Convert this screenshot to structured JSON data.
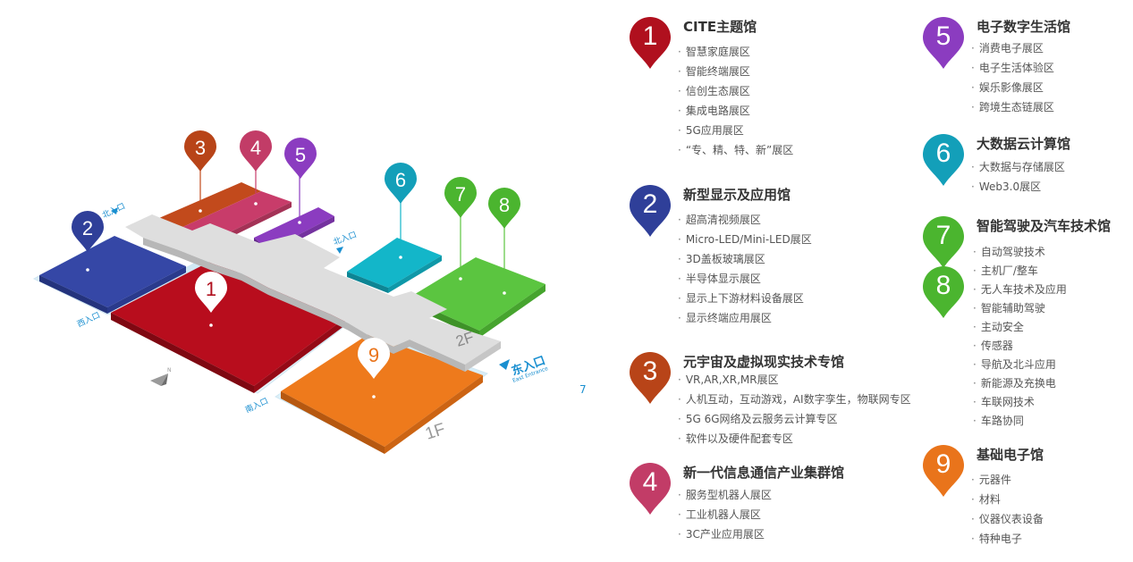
{
  "halls": [
    {
      "num": "1",
      "color": "#b0101e",
      "title": "CITE主题馆",
      "items": [
        "智慧家庭展区",
        "智能终端展区",
        "信创生态展区",
        "集成电路展区",
        "5G应用展区",
        "“专、精、特、新”展区"
      ]
    },
    {
      "num": "2",
      "color": "#2f3f99",
      "title": "新型显示及应用馆",
      "items": [
        "超高清视频展区",
        "Micro-LED/Mini-LED展区",
        "3D盖板玻璃展区",
        "半导体显示展区",
        "显示上下游材料设备展区",
        "显示终端应用展区"
      ]
    },
    {
      "num": "3",
      "color": "#b84418",
      "title": "元宇宙及虚拟现实技术专馆",
      "items": [
        "VR,AR,XR,MR展区",
        "人机互动，互动游戏，AI数字孪生，物联网专区",
        "5G 6G网络及云服务云计算专区",
        "软件以及硬件配套专区"
      ]
    },
    {
      "num": "4",
      "color": "#c23c67",
      "title": "新一代信息通信产业集群馆",
      "items": [
        "服务型机器人展区",
        "工业机器人展区",
        "3C产业应用展区"
      ]
    },
    {
      "num": "5",
      "color": "#8b3cc0",
      "title": "电子数字生活馆",
      "items": [
        "消费电子展区",
        "电子生活体验区",
        "娱乐影像展区",
        "跨境生态链展区"
      ]
    },
    {
      "num": "6",
      "color": "#139fb9",
      "title": "大数据云计算馆",
      "items": [
        "大数据与存储展区",
        "Web3.0展区"
      ]
    },
    {
      "num": "7",
      "color": "#4bb52f",
      "title": "智能驾驶及汽车技术馆",
      "items": [
        "自动驾驶技术",
        "主机厂/整车",
        "无人车技术及应用",
        "智能辅助驾驶",
        "主动安全",
        "传感器",
        "导航及北斗应用",
        "新能源及充换电",
        "车联网技术",
        "车路协同"
      ]
    },
    {
      "num": "8",
      "color": "#4bb52f",
      "title": "",
      "items": []
    },
    {
      "num": "9",
      "color": "#e9741b",
      "title": "基础电子馆",
      "items": [
        "元器件",
        "材料",
        "仪器仪表设备",
        "特种电子"
      ]
    }
  ],
  "map": {
    "floor_labels": {
      "first": "1F",
      "second": "2F"
    },
    "entrances": {
      "north": "北入口",
      "east": "东入口",
      "east_en": "East Entrance",
      "west": "西入口",
      "south": "南入口"
    },
    "hall_colors": {
      "hall1": "#b0101e",
      "hall2": "#2f3f99",
      "hall3": "#b84418",
      "hall4": "#c23c67",
      "hall5": "#8b3cc0",
      "hall6": "#13b6c9",
      "hall7": "#5bc540",
      "hall9": "#ee7a1c",
      "corridor": "#dcdcdc"
    }
  }
}
